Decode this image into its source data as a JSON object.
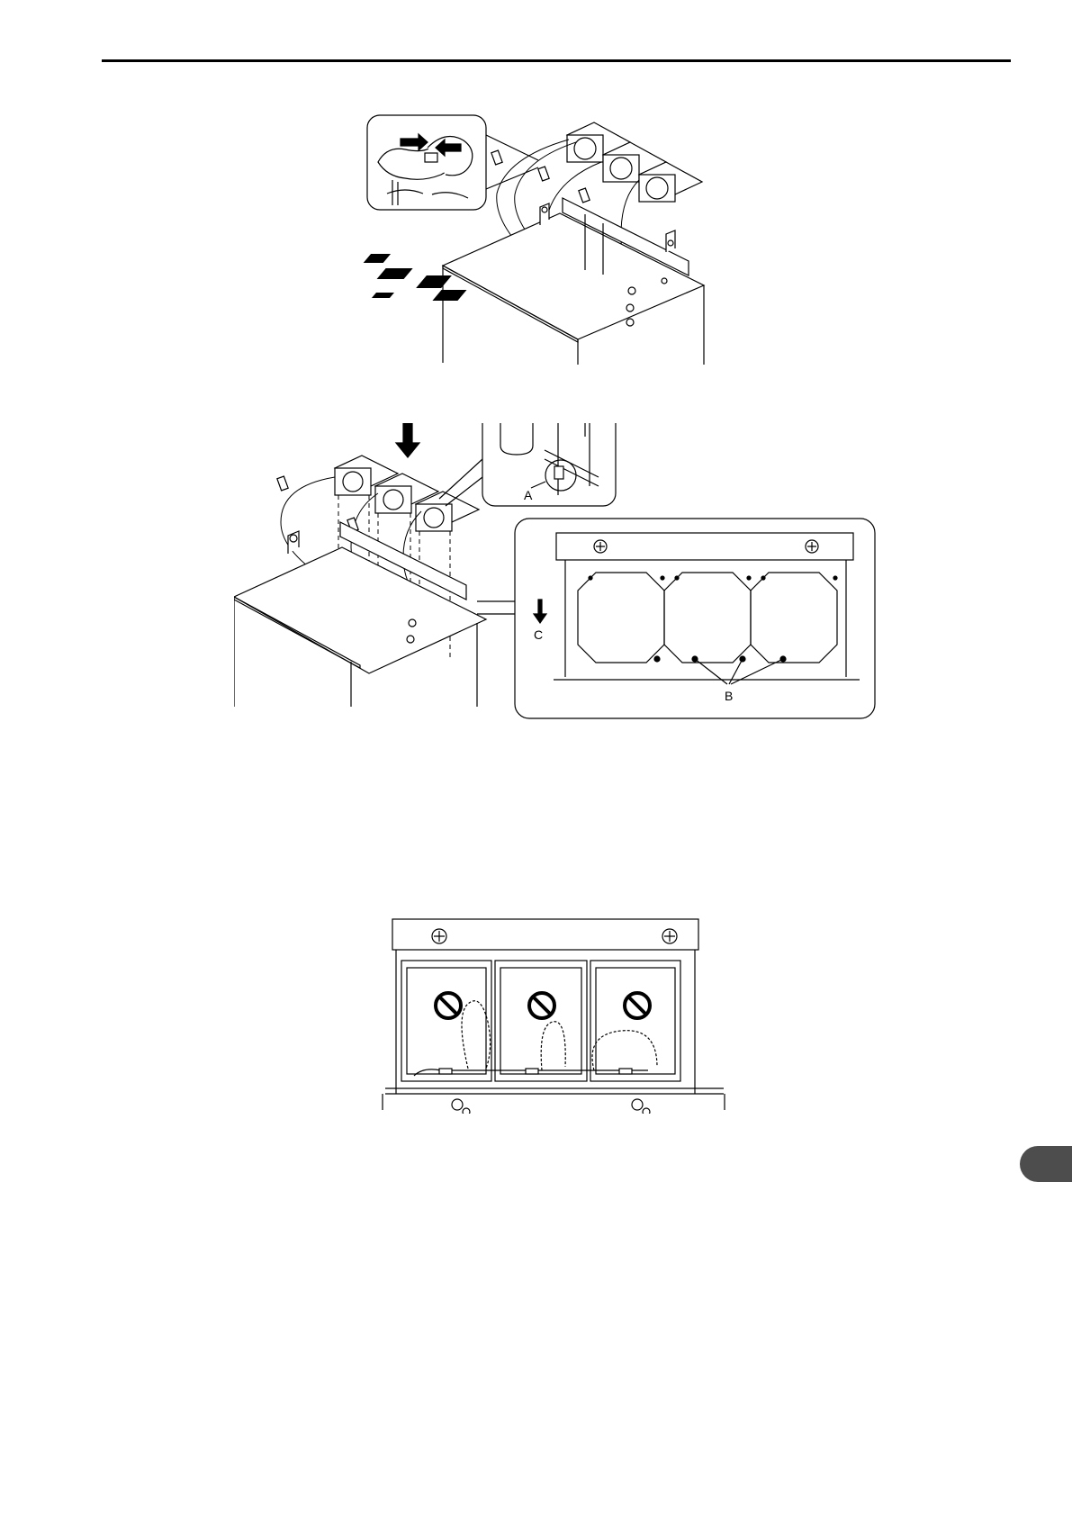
{
  "figure_2": {
    "label_a": "A",
    "label_b": "B",
    "label_c": "C"
  }
}
